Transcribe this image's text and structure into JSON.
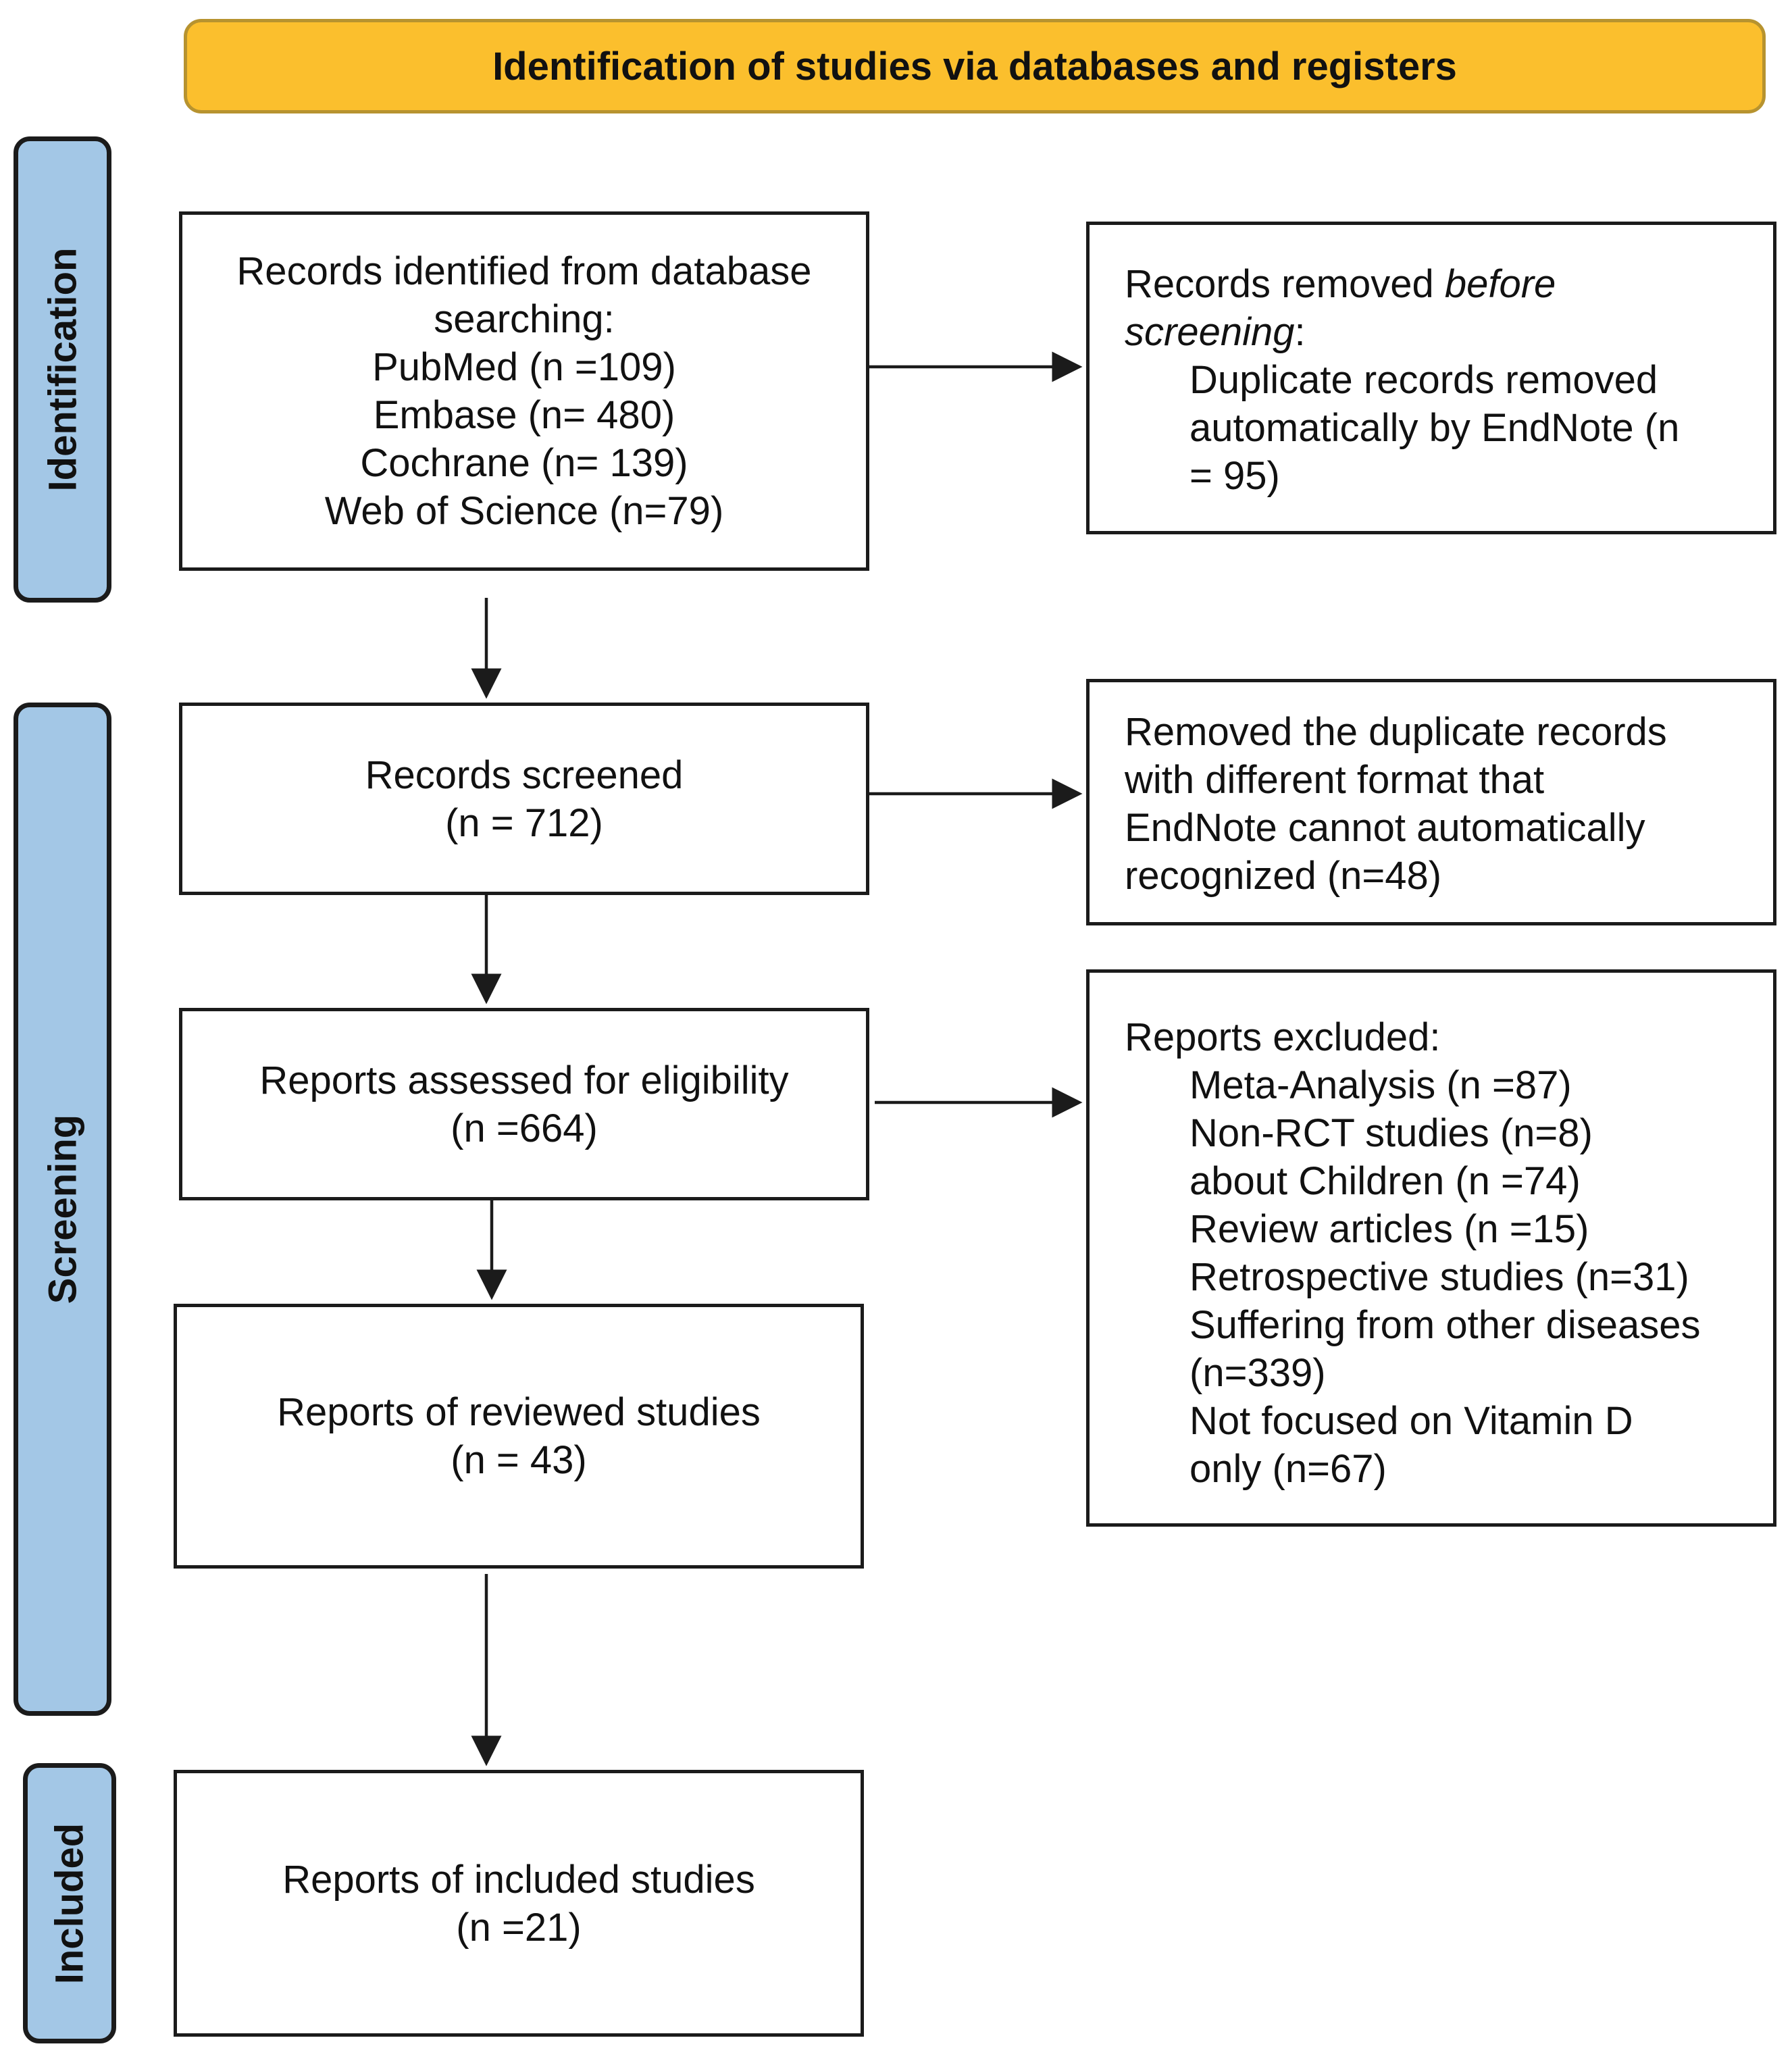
{
  "header": {
    "title": "Identification of studies via databases and registers"
  },
  "phases": {
    "identification": "Identification",
    "screening": "Screening",
    "included": "Included"
  },
  "boxes": {
    "records_identified": {
      "lines": [
        "Records identified from database",
        "searching:",
        "PubMed (n =109)",
        "Embase (n= 480)",
        "Cochrane (n= 139)",
        "Web of Science (n=79)"
      ]
    },
    "removed_before_screening": {
      "line1_normal": "Records removed ",
      "line1_italic": "before",
      "line2_italic": "screening",
      "line2_normal": ":",
      "indented_lines": [
        "Duplicate records removed",
        "automatically by EndNote (n",
        "= 95)"
      ]
    },
    "records_screened": {
      "lines": [
        "Records screened",
        "(n = 712)"
      ]
    },
    "removed_duplicate_format": {
      "lines": [
        "Removed the duplicate records",
        "with different format that",
        "EndNote cannot automatically",
        "recognized (n=48)"
      ]
    },
    "reports_assessed": {
      "lines": [
        "Reports assessed for eligibility",
        "(n =664)"
      ]
    },
    "reports_excluded": {
      "heading": "Reports excluded:",
      "items": [
        "Meta-Analysis (n =87)",
        "Non-RCT studies (n=8)",
        "about Children (n =74)",
        "Review articles (n =15)",
        "Retrospective studies (n=31)",
        "Suffering from other diseases",
        "(n=339)",
        "Not focused on Vitamin D",
        "only (n=67)"
      ]
    },
    "reviewed_studies": {
      "lines": [
        "Reports of reviewed studies",
        "(n = 43)"
      ]
    },
    "included_studies": {
      "lines": [
        "Reports of included studies",
        "(n =21)"
      ]
    }
  },
  "colors": {
    "header_fill": "#fbbf2d",
    "phase_fill": "#a3c7e6",
    "line": "#1b1b1b"
  }
}
